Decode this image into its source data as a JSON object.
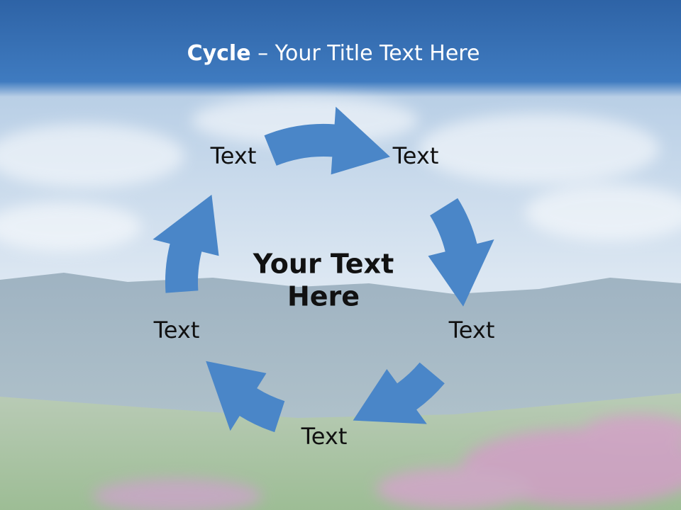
{
  "title": {
    "bold": "Cycle",
    "rest": " – Your Title Text Here"
  },
  "center_text": {
    "line1": "Your Text",
    "line2": "Here"
  },
  "nodes": [
    {
      "label": "Text"
    },
    {
      "label": "Text"
    },
    {
      "label": "Text"
    },
    {
      "label": "Text"
    },
    {
      "label": "Text"
    }
  ],
  "colors": {
    "arrow": "#4a86c8",
    "header": "#3a74b8",
    "sky": "#c9dcf0",
    "hills": "#8fa8b8",
    "meadow": "#8fb48a",
    "flowers": "#d99ccc"
  }
}
